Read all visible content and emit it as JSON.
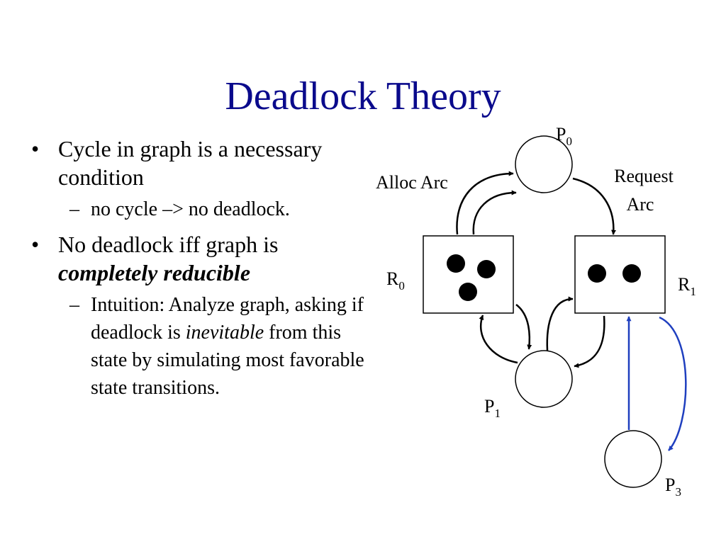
{
  "slide": {
    "title": "Deadlock Theory",
    "bullets": [
      {
        "mark": "•",
        "text": "Cycle in graph is a necessary condition",
        "subs": [
          {
            "mark": "–",
            "text": "no cycle –> no deadlock."
          }
        ]
      },
      {
        "mark": "•",
        "text_before": "No deadlock iff graph is",
        "emphasis": "completely reducible",
        "subs": [
          {
            "mark": "–",
            "text_before": "Intuition: Analyze graph, asking if deadlock is",
            "emphasis": "inevitable",
            "text_after": "from this state by simulating most favorable state transitions."
          }
        ]
      }
    ]
  },
  "diagram": {
    "processes": [
      {
        "base": "P",
        "sub": "0"
      },
      {
        "base": "P",
        "sub": "1"
      },
      {
        "base": "P",
        "sub": "3"
      }
    ],
    "resources": [
      {
        "base": "R",
        "sub": "0",
        "instances": 3
      },
      {
        "base": "R",
        "sub": "1",
        "instances": 2
      }
    ],
    "labels": {
      "alloc_arc": "Alloc Arc",
      "request_arc_line1": "Request",
      "request_arc_line2": "Arc"
    },
    "colors": {
      "stroke": "#000000",
      "highlight_arc": "#1f3fbf",
      "title": "#0a0a8c"
    }
  }
}
